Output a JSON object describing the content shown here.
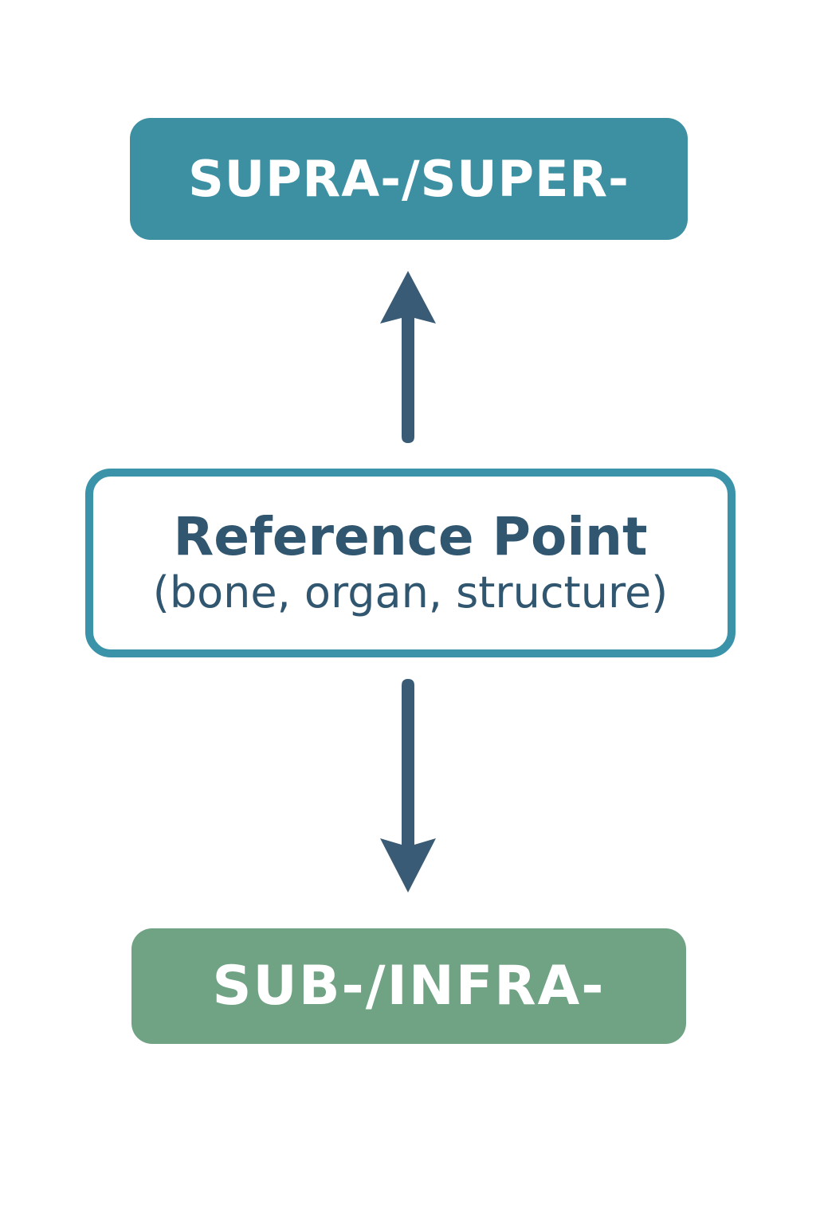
{
  "page": {
    "background": "#ffffff"
  },
  "diagram": {
    "top_box": {
      "label": "SUPRA-/SUPER-",
      "bg": "#3d8fa2",
      "text_color": "#ffffff"
    },
    "center_box": {
      "title": "Reference Point",
      "subtitle": "(bone, organ, structure)",
      "border_color": "#3a93a8",
      "bg": "#ffffff",
      "text_color": "#31566f"
    },
    "bottom_box": {
      "label": "SUB-/INFRA-",
      "bg": "#70a284",
      "text_color": "#ffffff"
    },
    "arrows": {
      "color": "#3a5b75"
    }
  }
}
